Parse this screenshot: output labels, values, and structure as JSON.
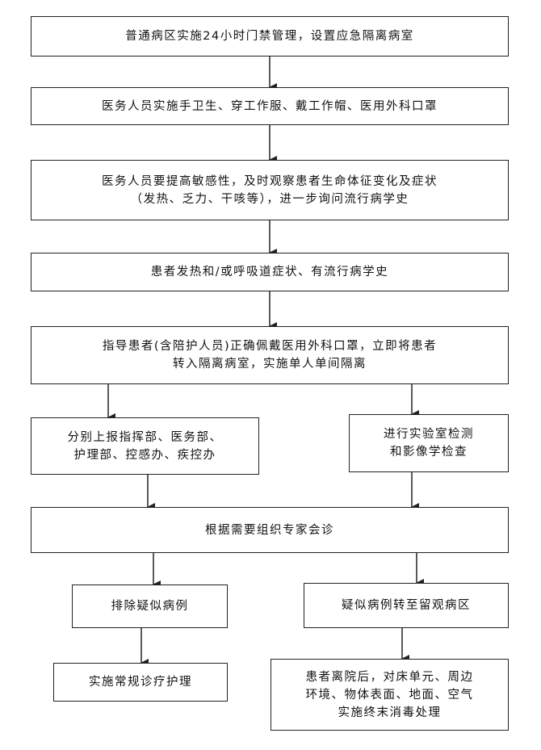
{
  "flowchart": {
    "step1": "普通病区实施24小时门禁管理，设置应急隔离病室",
    "step2": "医务人员实施手卫生、穿工作服、戴工作帽、医用外科口罩",
    "step3": {
      "line1": "医务人员要提高敏感性，及时观察患者生命体征变化及症状",
      "line2": "（发热、乏力、干咳等），进一步询问流行病学史"
    },
    "step4": "患者发热和/或呼吸道症状、有流行病学史",
    "step5": {
      "line1": "指导患者(含陪护人员)正确佩戴医用外科口罩，立即将患者",
      "line2": "转入隔离病室，实施单人单间隔离"
    },
    "report": {
      "line1": "分别上报指挥部、医务部、",
      "line2": "护理部、控感办、疾控办"
    },
    "lab": {
      "line1": "进行实验室检测",
      "line2": "和影像学检查"
    },
    "consult": "根据需要组织专家会诊",
    "exclude": "排除疑似病例",
    "suspect": "疑似病例转至留观病区",
    "routine": "实施常规诊疗护理",
    "disinfect": {
      "line1": "患者离院后，对床单元、周边",
      "line2": "环境、物体表面、地面、空气",
      "line3": "实施终末消毒处理"
    }
  }
}
